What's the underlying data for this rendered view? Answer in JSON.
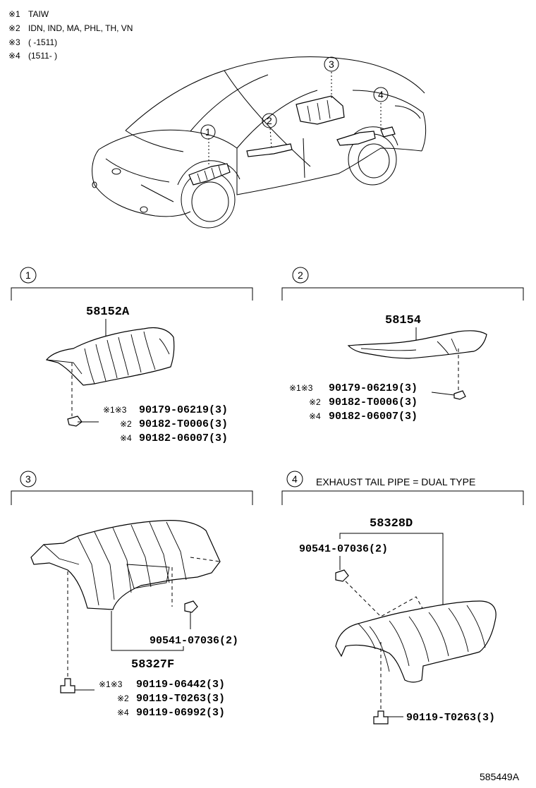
{
  "notes": [
    {
      "mark": "※1",
      "text": "TAIW"
    },
    {
      "mark": "※2",
      "text": "IDN, IND, MA, PHL, TH, VN"
    },
    {
      "mark": "※3",
      "text": "(        -1511)"
    },
    {
      "mark": "※4",
      "text": "(1511-        )"
    }
  ],
  "callouts": [
    "1",
    "2",
    "3",
    "4"
  ],
  "sections": [
    {
      "id": "1",
      "main_part": "58152A",
      "fasteners": [
        {
          "marks": "※1※3",
          "part": "90179-06219(3)"
        },
        {
          "marks": "※2",
          "part": "90182-T0006(3)"
        },
        {
          "marks": "※4",
          "part": "90182-06007(3)"
        }
      ]
    },
    {
      "id": "2",
      "main_part": "58154",
      "fasteners": [
        {
          "marks": "※1※3",
          "part": "90179-06219(3)"
        },
        {
          "marks": "※2",
          "part": "90182-T0006(3)"
        },
        {
          "marks": "※4",
          "part": "90182-06007(3)"
        }
      ]
    },
    {
      "id": "3",
      "main_part": "58327F",
      "nut": "90541-07036(2)",
      "fasteners": [
        {
          "marks": "※1※3",
          "part": "90119-06442(3)"
        },
        {
          "marks": "※2",
          "part": "90119-T0263(3)"
        },
        {
          "marks": "※4",
          "part": "90119-06992(3)"
        }
      ]
    },
    {
      "id": "4",
      "caption": "EXHAUST TAIL PIPE = DUAL TYPE",
      "main_part": "58328D",
      "nut": "90541-07036(2)",
      "bolt": "90119-T0263(3)"
    }
  ],
  "diagram_id": "585449A"
}
